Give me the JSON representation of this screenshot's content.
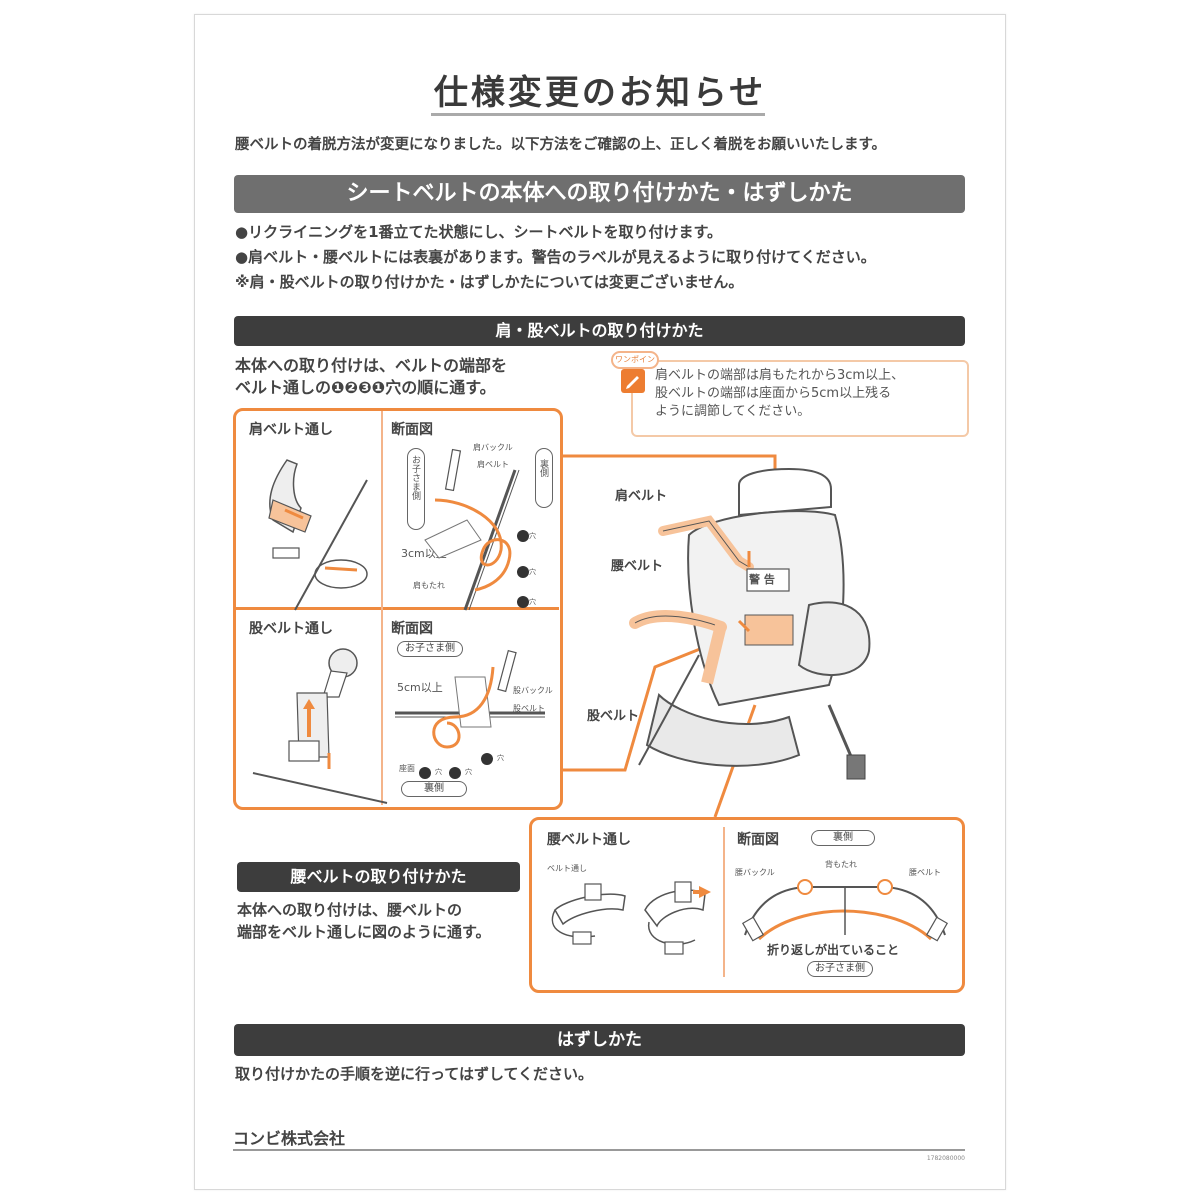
{
  "title": "仕様変更のお知らせ",
  "intro": "腰ベルトの着脱方法が変更になりました。以下方法をご確認の上、正しく着脱をお願いいたします。",
  "main_band": "シートベルトの本体への取り付けかた・はずしかた",
  "bullets": [
    "●リクライニングを1番立てた状態にし、シートベルトを取り付けます。",
    "●肩ベルト・腰ベルトには表裏があります。警告のラベルが見えるように取り付けてください。",
    "※肩・股ベルトの取り付けかた・はずしかたについては変更ございません。"
  ],
  "shoulder_section": {
    "band": "肩・股ベルトの取り付けかた",
    "lead_line1": "本体への取り付けは、ベルトの端部を",
    "lead_line2": "ベルト通しの❶❷❸❶穴の順に通す。",
    "tip_tag": "ワンポイント",
    "tip_line1": "肩ベルトの端部は肩もたれから3cm以上、",
    "tip_line2": "股ベルトの端部は座面から5cm以上残る",
    "tip_line3": "ように調節してください。",
    "shoulder_loop_label": "肩ベルト通し",
    "crotch_loop_label": "股ベルト通し",
    "section_label": "断面図",
    "section_label_2": "断面図",
    "child_side": "お子さま側",
    "back_side": "裏側",
    "shoulder_buckle": "肩バックル",
    "shoulder_belt_small": "肩ベルト",
    "hole": "穴",
    "three_cm": "3cm以上",
    "shoulder_rest": "肩もたれ",
    "five_cm": "5cm以上",
    "crotch_buckle": "股バックル",
    "crotch_belt_small": "股ベルト",
    "seat": "座面",
    "stroller_shoulder_belt": "肩ベルト",
    "stroller_waist_belt": "腰ベルト",
    "stroller_crotch_belt": "股ベルト",
    "warning_label": "警 告"
  },
  "waist_section": {
    "band": "腰ベルトの取り付けかた",
    "lead_line1": "本体への取り付けは、腰ベルトの",
    "lead_line2": "端部をベルト通しに図のように通す。",
    "loop_label": "腰ベルト通し",
    "section_label": "断面図",
    "back_side": "裏側",
    "child_side": "お子さま側",
    "folded_label": "折り返しが出ていること",
    "waist_buckle": "腰バックル",
    "waist_belt_small": "腰ベルト",
    "backrest": "背もたれ",
    "loop_small": "ベルト通し"
  },
  "remove_section": {
    "band": "はずしかた",
    "text": "取り付けかたの手順を逆に行ってはずしてください。"
  },
  "company": "コンビ株式会社",
  "doc_code": "1782080000"
}
